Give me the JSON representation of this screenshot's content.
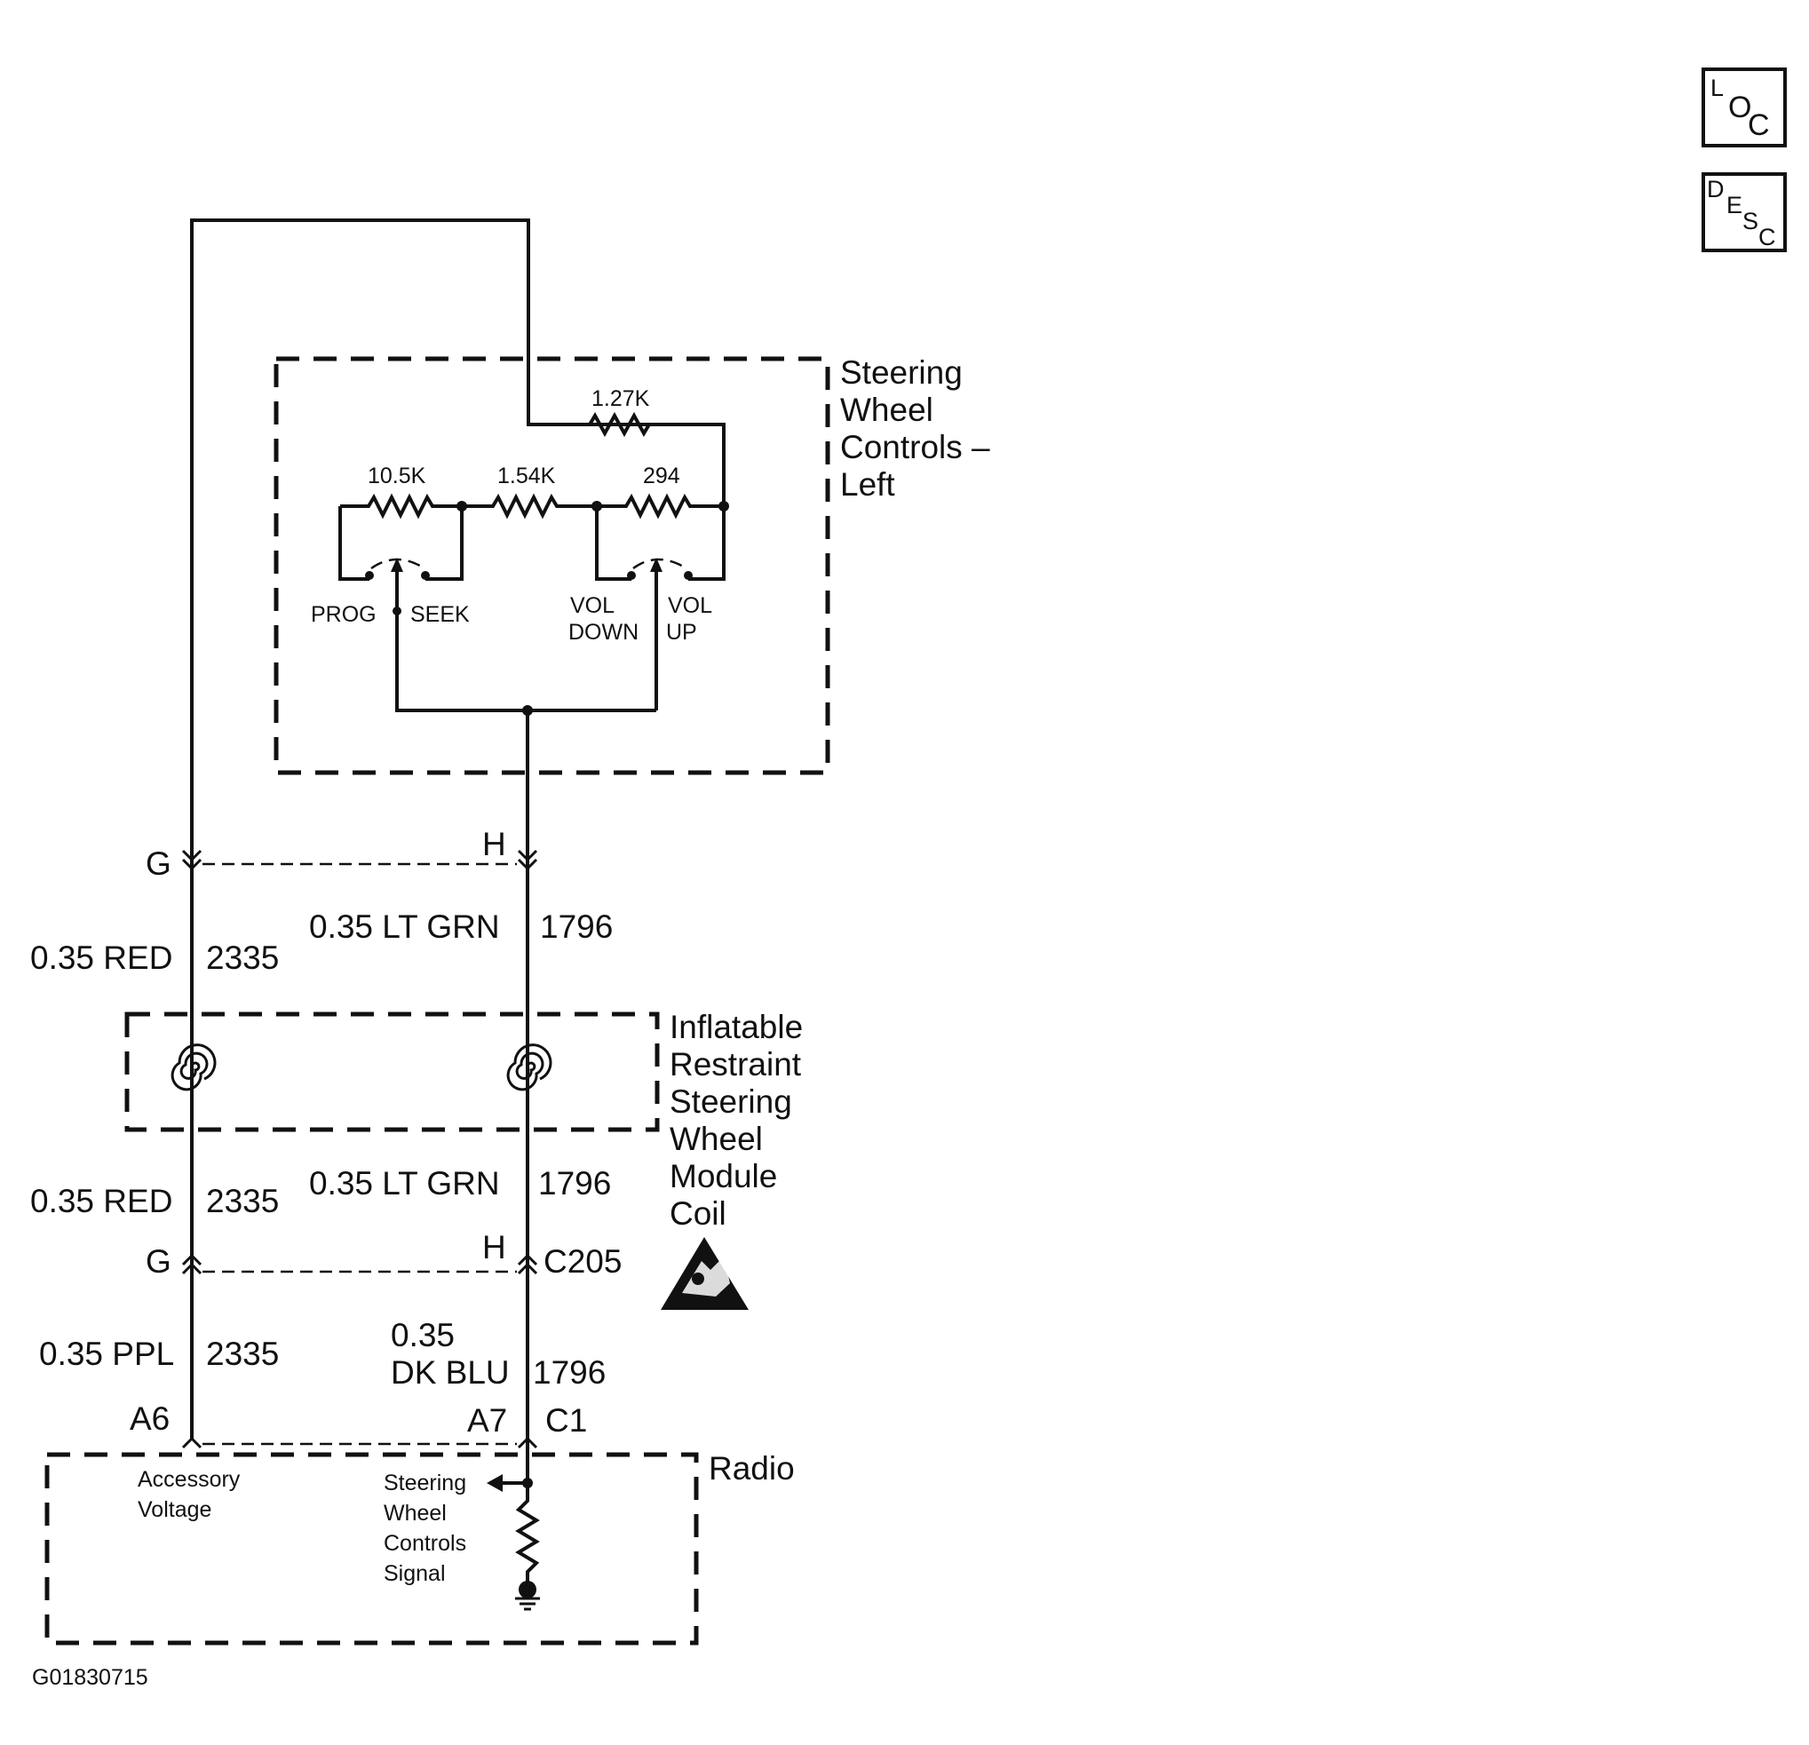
{
  "icons": {
    "loc": {
      "chars": [
        "L",
        "O",
        "C"
      ],
      "name": "loc-icon"
    },
    "desc": {
      "chars": [
        "D",
        "E",
        "S",
        "C"
      ],
      "name": "desc-icon"
    },
    "airbag_warning": {
      "name": "airbag-warning-icon"
    }
  },
  "components": {
    "steering_controls": {
      "title_lines": [
        "Steering",
        "Wheel",
        "Controls –",
        "Left"
      ],
      "resistors": [
        "1.27K",
        "10.5K",
        "1.54K",
        "294"
      ],
      "switches": {
        "prog": "PROG",
        "seek": "SEEK",
        "vol_down_1": "VOL",
        "vol_down_2": "DOWN",
        "vol_up_1": "VOL",
        "vol_up_2": "UP"
      }
    },
    "coil": {
      "title_lines": [
        "Inflatable",
        "Restraint",
        "Steering",
        "Wheel",
        "Module",
        "Coil"
      ]
    },
    "radio": {
      "title": "Radio",
      "accessory_lines": [
        "Accessory",
        "Voltage"
      ],
      "signal_lines": [
        "Steering",
        "Wheel",
        "Controls",
        "Signal"
      ]
    }
  },
  "connectors": {
    "upper": {
      "left_pin": "G",
      "right_pin": "H"
    },
    "c205": {
      "left_pin": "G",
      "right_pin": "H",
      "id": "C205"
    },
    "c1": {
      "left_pin": "A6",
      "right_pin": "A7",
      "id": "C1"
    }
  },
  "wires": {
    "upper_left": {
      "gauge_color": "0.35 RED",
      "circuit": "2335"
    },
    "upper_right": {
      "gauge_color": "0.35 LT GRN",
      "circuit": "1796"
    },
    "mid_left": {
      "gauge_color": "0.35 RED",
      "circuit": "2335"
    },
    "mid_right": {
      "gauge_color": "0.35 LT GRN",
      "circuit": "1796"
    },
    "low_left": {
      "gauge_color": "0.35 PPL",
      "circuit": "2335"
    },
    "low_right": {
      "gauge_line1": "0.35",
      "gauge_line2": "DK BLU",
      "circuit": "1796"
    }
  },
  "figure_id": "G01830715"
}
